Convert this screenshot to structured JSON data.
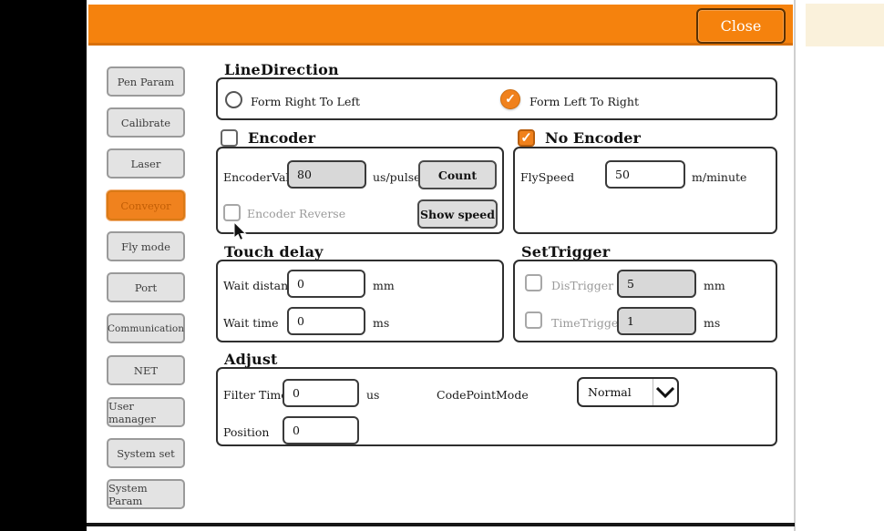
{
  "titlebar": {
    "close": "Close"
  },
  "colors": {
    "accent": "#F5820D",
    "active_tab": "#F0821E"
  },
  "sidebar": {
    "items": [
      "Pen Param",
      "Calibrate",
      "Laser",
      "Conveyor",
      "Fly mode",
      "Port",
      "Communication",
      "NET",
      "User manager",
      "System set",
      "System Param"
    ],
    "active_item": "Conveyor"
  },
  "panels": {
    "line_direction": {
      "title": "LineDirection",
      "option_rtl": "Form Right To Left",
      "option_ltr": "Form Left To Right",
      "selected": "Form Left To Right",
      "check_glyph": "✓"
    },
    "encoder": {
      "title": "Encoder",
      "value_label": "EncoderValue",
      "value": "80",
      "unit": "us/pulse",
      "count_btn": "Count",
      "reverse_label": "Encoder Reverse",
      "show_speed_btn": "Show speed"
    },
    "no_encoder": {
      "title": "No Encoder",
      "check_glyph": "✓",
      "flyspeed_label": "FlySpeed",
      "flyspeed": "50",
      "unit": "m/minute"
    },
    "touch_delay": {
      "title": "Touch delay",
      "wait_distance_label": "Wait distance",
      "wait_distance": "0",
      "wait_distance_unit": "mm",
      "wait_time_label": "Wait time",
      "wait_time": "0",
      "wait_time_unit": "ms"
    },
    "set_trigger": {
      "title": "SetTrigger",
      "dis_label": "DisTrigger",
      "dis_value": "5",
      "dis_unit": "mm",
      "time_label": "TimeTrigger",
      "time_value": "1",
      "time_unit": "ms"
    },
    "adjust": {
      "title": "Adjust",
      "filter_label": "Filter Time",
      "filter_value": "0",
      "filter_unit": "us",
      "codepoint_label": "CodePointMode",
      "codepoint_value": "Normal",
      "position_label": "Position",
      "position_value": "0"
    }
  }
}
